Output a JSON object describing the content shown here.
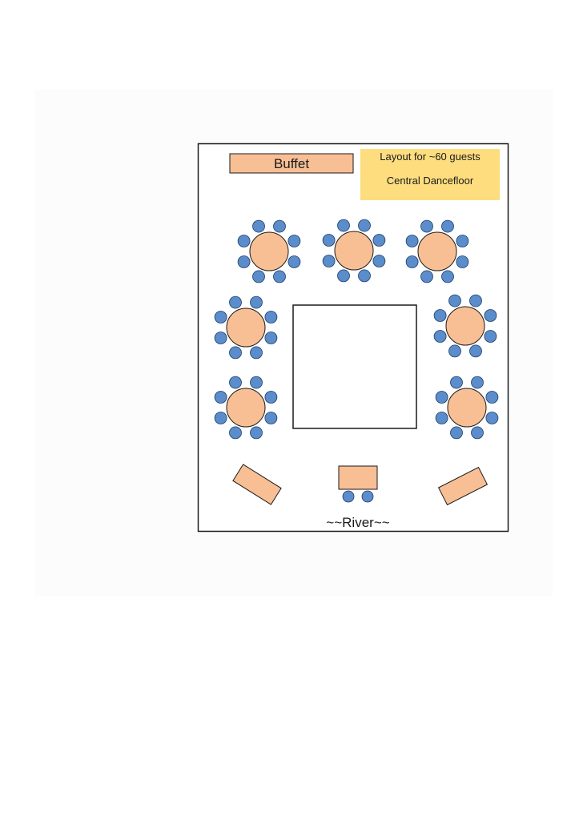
{
  "plan": {
    "buffet_label": "Buffet",
    "info_line1": "Layout for ~60 guests",
    "info_line2": "Central Dancefloor",
    "river_label": "~~River~~"
  },
  "colors": {
    "table_fill": "#f8bf95",
    "chair_fill": "#5b8ccb",
    "info_fill": "#fddd7e",
    "outline": "#1a1a1a"
  }
}
